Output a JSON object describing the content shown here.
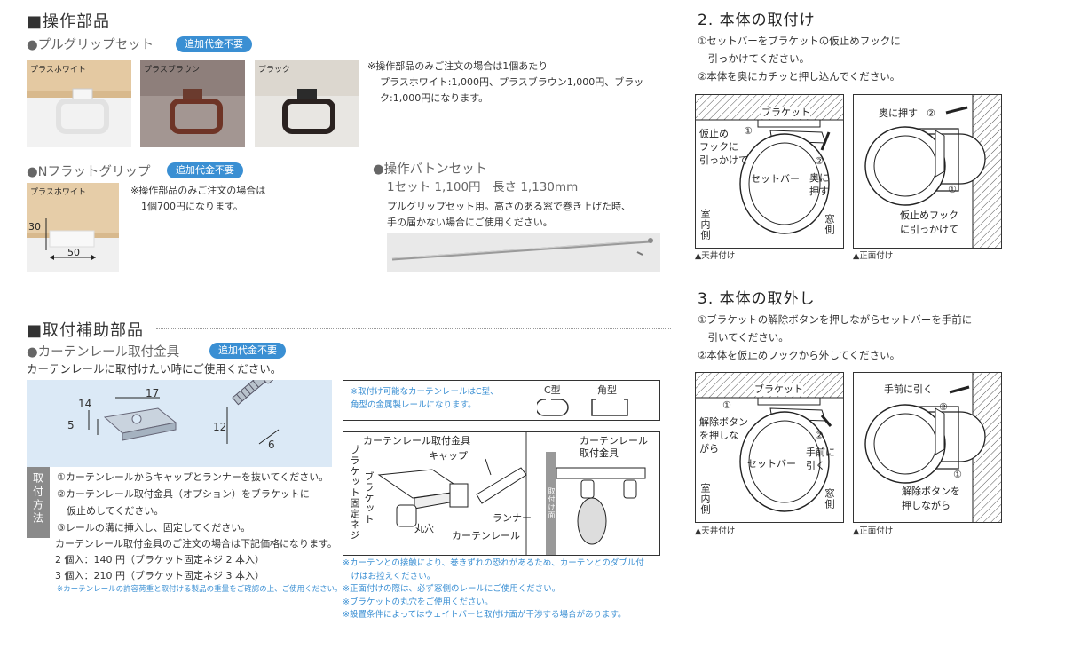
{
  "ops_section": {
    "title": "■操作部品",
    "pullgrip": {
      "heading": "●プルグリップセット",
      "badge": "追加代金不要",
      "swatches": [
        "プラスホワイト",
        "プラスブラウン",
        "ブラック"
      ],
      "note": [
        "※操作部品のみご注文の場合は1個あたり",
        "プラスホワイト:1,000円、プラスブラウン1,000円、ブラッ",
        "ク:1,000円になります。"
      ]
    },
    "flatgrip": {
      "heading": "●Nフラットグリップ",
      "badge": "追加代金不要",
      "swatch": "プラスホワイト",
      "dim_h": "30",
      "dim_w": "50",
      "note": [
        "※操作部品のみご注文の場合は",
        "1個700円になります。"
      ]
    },
    "baton": {
      "heading": "●操作バトンセット",
      "price": "1セット 1,100円　長さ 1,130mm",
      "desc": [
        "プルグリップセット用。高さのある窓で巻き上げた時、",
        "手の届かない場合にご使用ください。"
      ]
    }
  },
  "aux_section": {
    "title": "■取付補助部品",
    "rail": {
      "heading": "●カーテンレール取付金具",
      "badge": "追加代金不要",
      "desc": "カーテンレールに取付けたい時にご使用ください。",
      "dims": {
        "a": "14",
        "b": "17",
        "c": "5",
        "d": "12",
        "e": "6"
      },
      "method_label": "取付方法",
      "steps": [
        "①カーテンレールからキャップとランナーを抜いてください。",
        "②カーテンレール取付金具（オプション）をブラケットに",
        "　仮止めしてください。",
        "③レールの溝に挿入し、固定してください。"
      ],
      "price_note": "カーテンレール取付金具のご注文の場合は下記価格になります。",
      "prices": [
        "2 個入：140 円（ブラケット固定ネジ 2 本入）",
        "3 個入：210 円（ブラケット固定ネジ 3 本入）"
      ],
      "small_note": "※カーテンレールの許容荷重と取付ける製品の重量をご確認の上、ご使用ください。"
    },
    "compat": {
      "note": [
        "※取付け可能なカーテンレールはC型、",
        "角型の金属製レールになります。"
      ],
      "c_type": "C型",
      "square_type": "角型"
    },
    "diagram": {
      "label_fitting": "カーテンレール取付金具",
      "label_cap": "キャップ",
      "label_bracket_screw": "ブラケット固定ネジ",
      "label_bracket": "ブラケット",
      "label_hole": "丸穴",
      "label_runner": "ランナー",
      "label_rail": "カーテンレール",
      "label_surface": "取付け面",
      "label_fitting2": [
        "カーテンレール",
        "取付金具"
      ]
    },
    "notes": [
      "※カーテンとの接触により、巻きずれの恐れがあるため、カーテンとのダブル付",
      "　けはお控えください。",
      "※正面付けの際は、必ず窓側のレールにご使用ください。",
      "※ブラケットの丸穴をご使用ください。",
      "※設置条件によってはウェイトバーと取付け面が干渉する場合があります。"
    ]
  },
  "install": {
    "title": "2. 本体の取付け",
    "steps": [
      "①セットバーをブラケットの仮止めフックに",
      "　引っかけてください。",
      "②本体を奥にカチッと押し込んでください。"
    ],
    "ceiling": {
      "bracket": "ブラケット",
      "num1": "①",
      "hook": [
        "仮止め",
        "フックに",
        "引っかけて"
      ],
      "setbar": "セットバー",
      "num2": "②",
      "push": [
        "奥に",
        "押す"
      ],
      "indoor": "室内側",
      "window": "窓側",
      "caption": "▲天井付け"
    },
    "front": {
      "push": "奥に押す",
      "num2": "②",
      "num1": "①",
      "hook": [
        "仮止めフック",
        "に引っかけて"
      ],
      "caption": "▲正面付け"
    }
  },
  "remove": {
    "title": "3. 本体の取外し",
    "steps": [
      "①ブラケットの解除ボタンを押しながらセットバーを手前に",
      "　引いてください。",
      "②本体を仮止めフックから外してください。"
    ],
    "ceiling": {
      "bracket": "ブラケット",
      "num1": "①",
      "release": [
        "解除ボタン",
        "を押しな",
        "がら"
      ],
      "setbar": "セットバー",
      "num2": "②",
      "pull": [
        "手前に",
        "引く"
      ],
      "indoor": "室内側",
      "window": "窓側",
      "caption": "▲天井付け"
    },
    "front": {
      "pull": "手前に引く",
      "num2": "②",
      "num1": "①",
      "release": [
        "解除ボタンを",
        "押しながら"
      ],
      "caption": "▲正面付け"
    }
  }
}
